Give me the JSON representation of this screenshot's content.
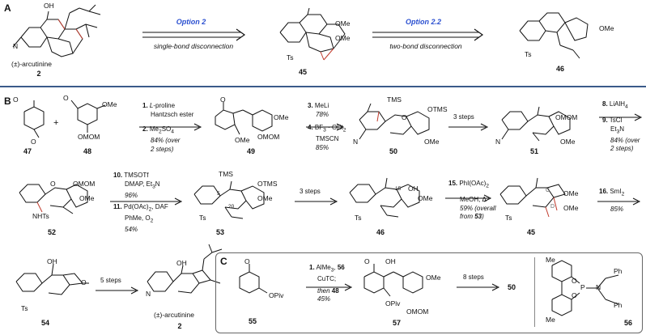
{
  "panels": {
    "a": "A",
    "b": "B",
    "c": "C"
  },
  "panel_a": {
    "compound_2_name": "(±)-arcutinine",
    "compound_2_num": "2",
    "compound_45_num": "45",
    "compound_46_num": "46",
    "option1_title": "Option 2",
    "option1_sub": "single-bond disconnection",
    "option2_title": "Option 2.2",
    "option2_sub": "two-bond disconnection"
  },
  "panel_b": {
    "nums": {
      "c47": "47",
      "c48": "48",
      "c49": "49",
      "c50": "50",
      "c51": "51",
      "c52": "52",
      "c53": "53",
      "c46": "46",
      "c45": "45",
      "c54": "54",
      "c2": "2"
    },
    "plus": "+",
    "step1_2": [
      "1. L-proline",
      "Hantzsch ester",
      "2. Me2SO4",
      "84% (over",
      "2 steps)"
    ],
    "step3_4": [
      "3. MeLi",
      "78%",
      "4. BF3 · OEt2",
      "TMSCN",
      "85%"
    ],
    "three_steps_a": "3 steps",
    "step8_9": [
      "8. LiAlH4",
      "9. TsCl",
      "Et3N",
      "84% (over",
      "2 steps)"
    ],
    "step10_11": [
      "10. TMSOTf",
      "DMAP, Et3N",
      "96%",
      "11. Pd(OAc)2, DAF",
      "PhMe, O2",
      "54%"
    ],
    "three_steps_b": "3 steps",
    "step15": [
      "15. PhI(OAc)2",
      "MeOH, Δ",
      "59% (overall",
      "from 53)"
    ],
    "step16": [
      "16. SmI2",
      "85%"
    ],
    "five_steps": "5 steps",
    "arcutinine_name": "(±)-arcutinine",
    "atom_labels": [
      "TMS",
      "OTMS",
      "OMOM",
      "OMe",
      "OH",
      "NHTs",
      "Ts",
      "Me",
      "N",
      "O",
      "OMOM",
      "C",
      "D"
    ]
  },
  "panel_c": {
    "nums": {
      "c55": "55",
      "c57": "57",
      "c50": "50",
      "c56": "56"
    },
    "step1": [
      "1. AlMe3, 56",
      "CuTC;",
      "then 48",
      "45%"
    ],
    "eight_steps": "8 steps",
    "group_labels": [
      "OPiv",
      "OMe",
      "OMOM",
      "OH",
      "Ph",
      "Me",
      "P",
      "N",
      "O"
    ]
  }
}
